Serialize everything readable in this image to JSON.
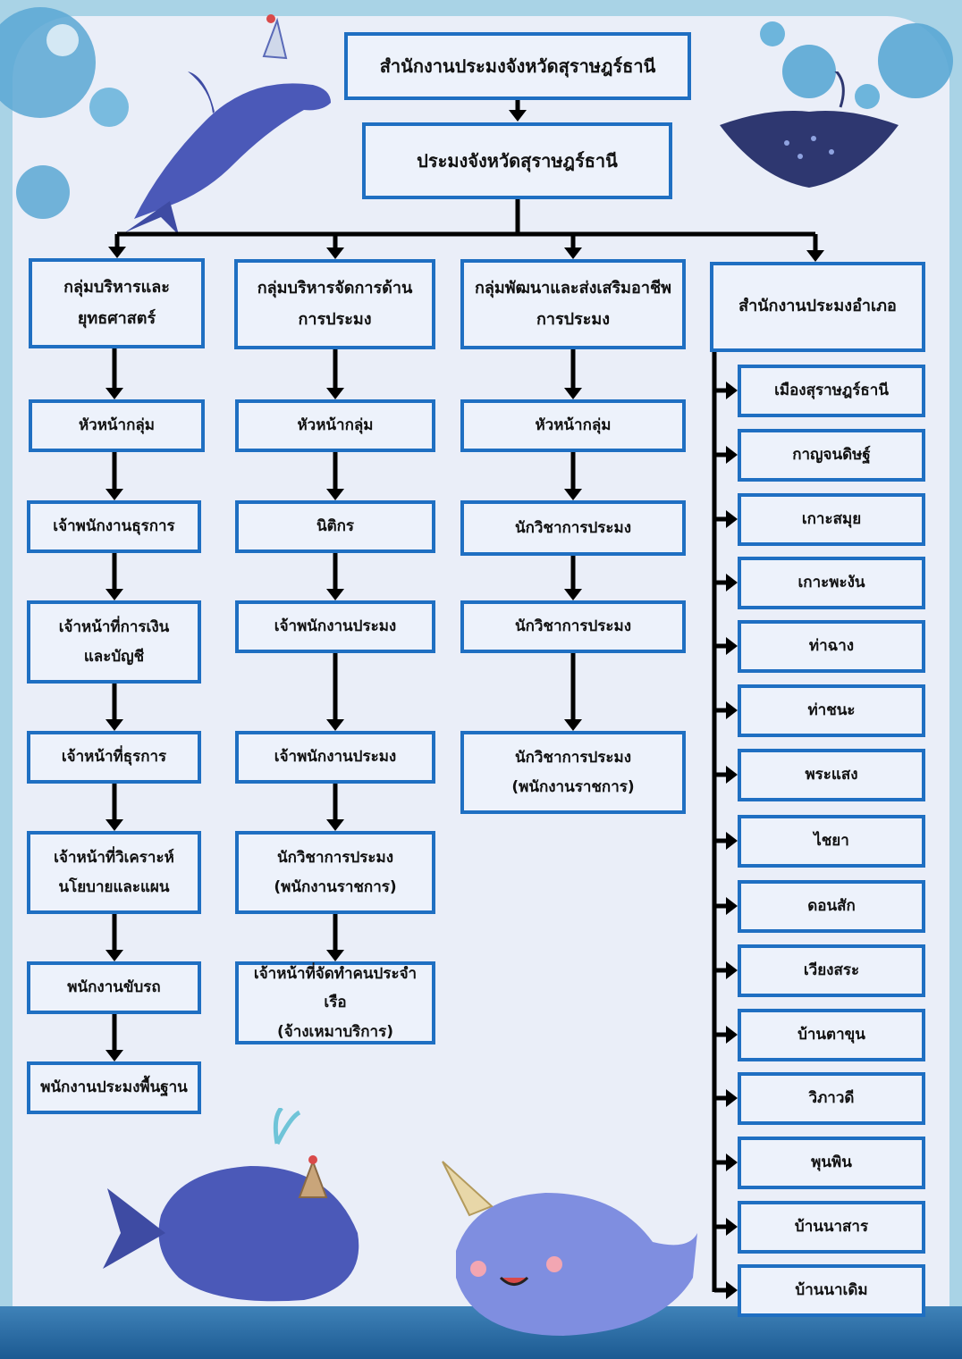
{
  "chart": {
    "title": "สำนักงานประมงจังหวัดสุราษฎร์ธานี",
    "head": "ประมงจังหวัดสุราษฎร์ธานี",
    "groups": [
      {
        "name": [
          "กลุ่มบริหารและ",
          "ยุทธศาสตร์"
        ],
        "positions": [
          [
            "หัวหน้ากลุ่ม"
          ],
          [
            "เจ้าพนักงานธุรการ"
          ],
          [
            "เจ้าหน้าที่การเงิน",
            "และบัญชี"
          ],
          [
            "เจ้าหน้าที่ธุรการ"
          ],
          [
            "เจ้าหน้าที่วิเคราะห์",
            "นโยบายและแผน"
          ],
          [
            "พนักงานขับรถ"
          ],
          [
            "พนักงานประมงพื้นฐาน"
          ]
        ]
      },
      {
        "name": [
          "กลุ่มบริหารจัดการด้าน",
          "การประมง"
        ],
        "positions": [
          [
            "หัวหน้ากลุ่ม"
          ],
          [
            "นิติกร"
          ],
          [
            "เจ้าพนักงานประมง"
          ],
          [
            "เจ้าพนักงานประมง"
          ],
          [
            "นักวิชาการประมง",
            "(พนักงานราชการ)"
          ],
          [
            "เจ้าหน้าที่จัดทำคนประจำเรือ",
            "(จ้างเหมาบริการ)"
          ]
        ]
      },
      {
        "name": [
          "กลุ่มพัฒนาและส่งเสริมอาชีพ",
          "การประมง"
        ],
        "positions": [
          [
            "หัวหน้ากลุ่ม"
          ],
          [
            "นักวิชาการประมง"
          ],
          [
            "นักวิชาการประมง"
          ],
          [
            "นักวิชาการประมง",
            "(พนักงานราชการ)"
          ]
        ]
      }
    ],
    "district_office": "สำนักงานประมงอำเภอ",
    "districts": [
      "เมืองสุราษฎร์ธานี",
      "กาญจนดิษฐ์",
      "เกาะสมุย",
      "เกาะพะงัน",
      "ท่าฉาง",
      "ท่าชนะ",
      "พระแสง",
      "ไชยา",
      "ดอนสัก",
      "เวียงสระ",
      "บ้านตาขุน",
      "วิภาวดี",
      "พุนพิน",
      "บ้านนาสาร",
      "บ้านนาเดิม"
    ]
  },
  "colors": {
    "border": "#1f6fc2",
    "box_fill": "#edf2fb",
    "panel": "#eaeef8",
    "frame": "#a9d3e6",
    "line": "#000000"
  },
  "decorations": [
    "bubble",
    "dolphin-with-party-hat",
    "stingray",
    "whale-with-party-hat",
    "narwhal",
    "water-splash"
  ]
}
